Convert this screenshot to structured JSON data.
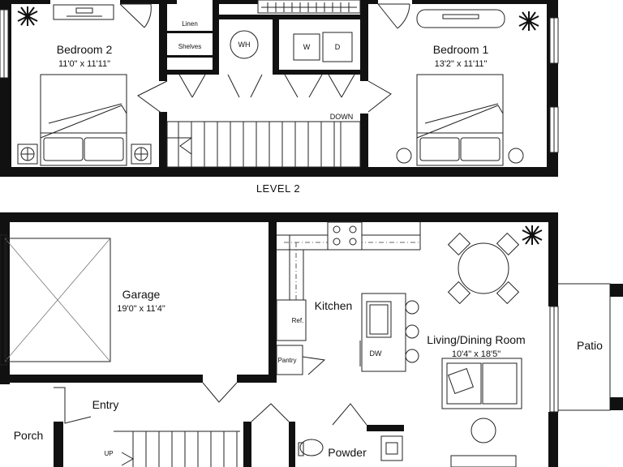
{
  "level2": {
    "label": "LEVEL 2",
    "bedroom2": {
      "name": "Bedroom 2",
      "dims": "11'0\" x 11'11\""
    },
    "bedroom1": {
      "name": "Bedroom 1",
      "dims": "13'2\" x 11'11\""
    },
    "linen": "Linen",
    "shelves": "Shelves",
    "water_heater": "WH",
    "washer": "W",
    "dryer": "D",
    "stair_down": "DOWN"
  },
  "level1": {
    "garage": {
      "name": "Garage",
      "dims": "19'0\" x 11'4\""
    },
    "kitchen": "Kitchen",
    "fridge": "Ref.",
    "pantry": "Pantry",
    "dishwasher": "DW",
    "living": {
      "name": "Living/Dining Room",
      "dims": "10'4\" x 18'5\""
    },
    "patio": "Patio",
    "entry": "Entry",
    "porch": "Porch",
    "powder": "Powder",
    "stair_up": "UP"
  }
}
